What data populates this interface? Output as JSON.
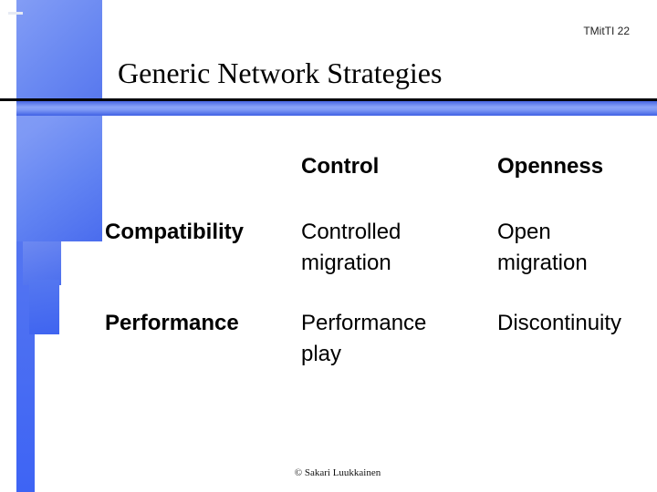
{
  "header": {
    "slide_id": "TMitTI 22"
  },
  "title": {
    "text": "Generic Network Strategies"
  },
  "table": {
    "col_headers": [
      "Control",
      "Openness"
    ],
    "rows": [
      {
        "label": "Compatibility",
        "cells": [
          "Controlled\nmigration",
          "Open\nmigration"
        ]
      },
      {
        "label": "Performance",
        "cells": [
          "Performance\nplay",
          "Discontinuity"
        ]
      }
    ]
  },
  "footer": {
    "copyright": "© Sakari Luukkainen"
  },
  "colors": {
    "accent_blue": "#5c7cf0",
    "strip_blue": "#3e64f4",
    "bar_blue": "#7e99f5",
    "rule_black": "#000008",
    "text_black": "#000000"
  }
}
